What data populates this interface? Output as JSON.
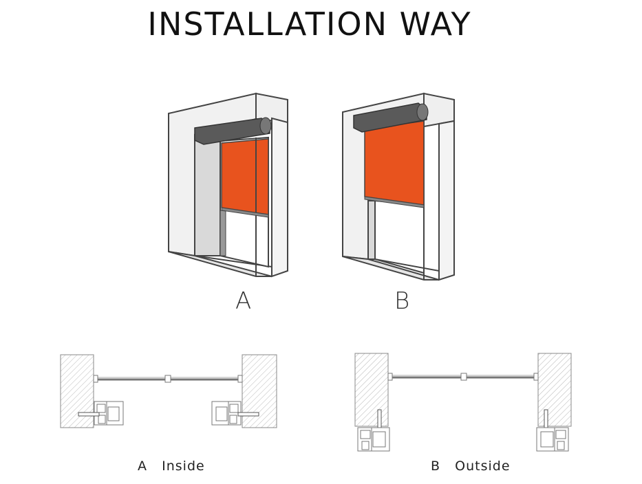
{
  "title": "INSTALLATION WAY",
  "figures": {
    "a": {
      "letter": "A"
    },
    "b": {
      "letter": "B"
    }
  },
  "sections": {
    "a": {
      "letter": "A",
      "label": "Inside"
    },
    "b": {
      "letter": "B",
      "label": "Outside"
    }
  },
  "colors": {
    "shade": "#E8531E",
    "cassette": "#5a5a5a",
    "wall": "#f1f1f1",
    "line": "#444444"
  }
}
